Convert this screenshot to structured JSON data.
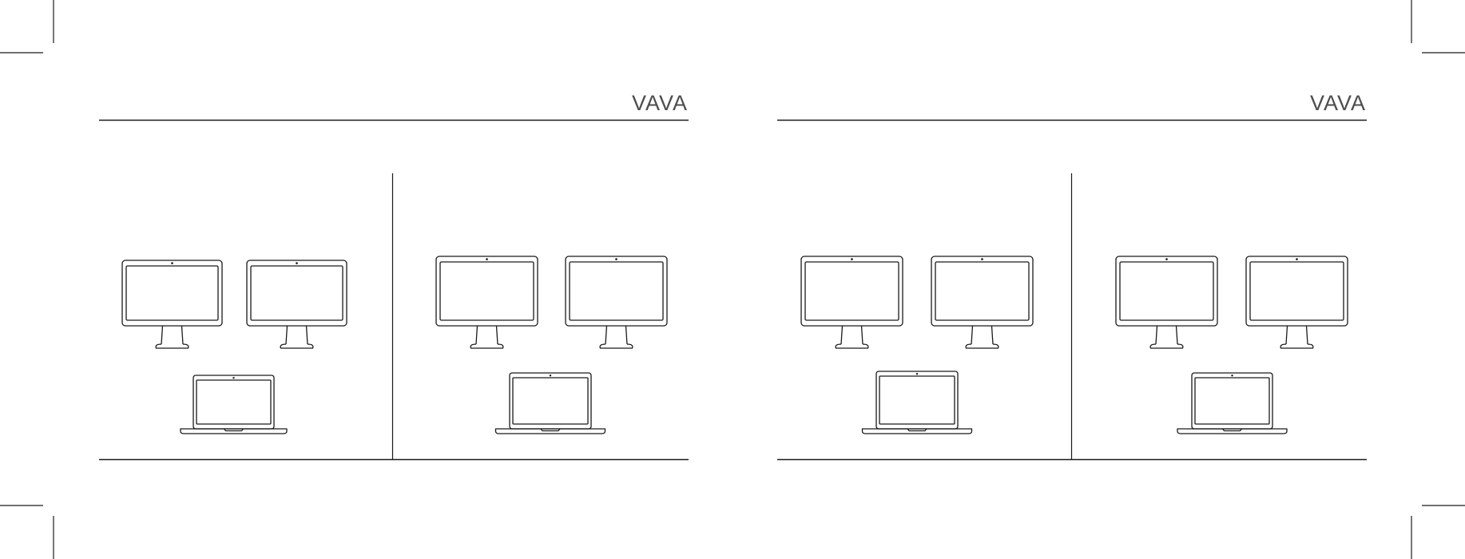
{
  "brand": {
    "logo_text": "VAVA",
    "color": "#4d4d4d"
  },
  "line_color": "#1a1a1a",
  "device_stroke_color": "#1a1a1a",
  "pages": [
    {
      "name": "left-page",
      "panels": [
        {
          "name": "panel-1",
          "devices": [
            "monitor",
            "monitor",
            "laptop"
          ]
        },
        {
          "name": "panel-2",
          "devices": [
            "monitor",
            "monitor",
            "laptop"
          ]
        }
      ]
    },
    {
      "name": "right-page",
      "panels": [
        {
          "name": "panel-3",
          "devices": [
            "monitor",
            "monitor",
            "laptop"
          ]
        },
        {
          "name": "panel-4",
          "devices": [
            "monitor",
            "monitor",
            "laptop"
          ]
        }
      ]
    }
  ]
}
